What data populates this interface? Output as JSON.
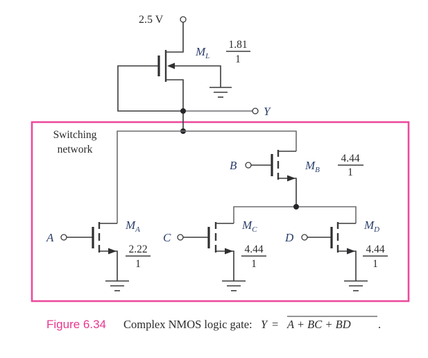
{
  "supply": {
    "label": "2.5 V"
  },
  "output": {
    "label": "Y"
  },
  "switching_network": {
    "label_line1": "Switching",
    "label_line2": "network"
  },
  "transistors": {
    "ML": {
      "name": "M",
      "sub": "L",
      "ratio_num": "1.81",
      "ratio_den": "1",
      "type": "depletion-load"
    },
    "MA": {
      "name": "M",
      "sub": "A",
      "input": "A",
      "ratio_num": "2.22",
      "ratio_den": "1"
    },
    "MB": {
      "name": "M",
      "sub": "B",
      "input": "B",
      "ratio_num": "4.44",
      "ratio_den": "1"
    },
    "MC": {
      "name": "M",
      "sub": "C",
      "input": "C",
      "ratio_num": "4.44",
      "ratio_den": "1"
    },
    "MD": {
      "name": "M",
      "sub": "D",
      "input": "D",
      "ratio_num": "4.44",
      "ratio_den": "1"
    }
  },
  "caption": {
    "figure_label": "Figure 6.34",
    "text": "Complex NMOS logic gate:",
    "equation_lhs": "Y",
    "equation_eq": "=",
    "equation_rhs_overlined": "A + BC + BD",
    "equation_end": "."
  },
  "colors": {
    "accent_pink": "#ec4a9c",
    "caption_pink": "#e8378f",
    "wire": "#3a3a3c",
    "label_blue": "#2b3f6b"
  }
}
